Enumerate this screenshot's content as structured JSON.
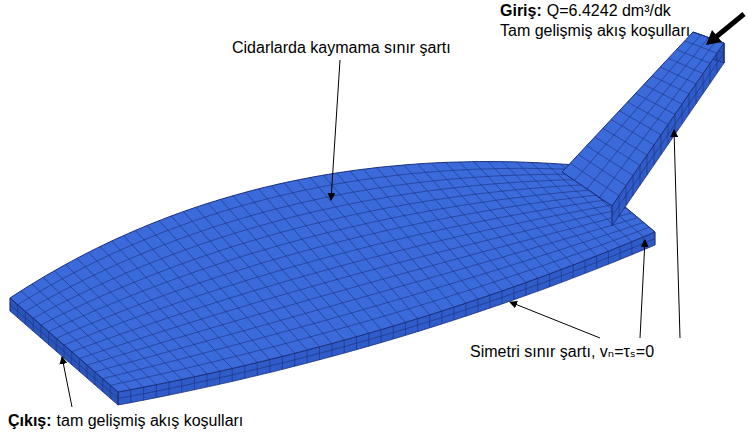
{
  "diagram": {
    "labels": [
      "Giriş:",
      "Q=6.4242 dm³/dk",
      "Tam gelişmiş akış koşulları",
      "Cidarlarda kaymama sınır şartı",
      "Simetri sınır şartı, vₙ=τₛ=0",
      "Çıkış:",
      "tam gelişmiş akış koşulları"
    ]
  }
}
